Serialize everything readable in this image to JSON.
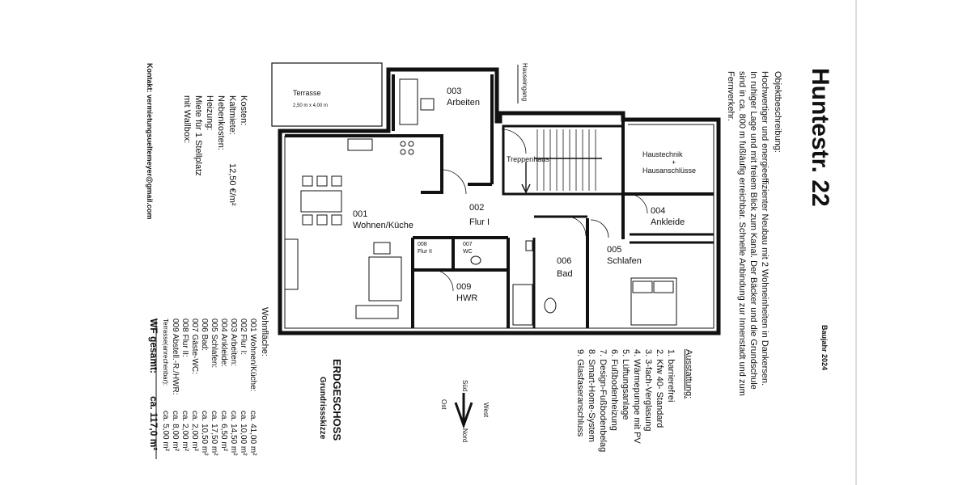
{
  "title": "Huntestr. 22",
  "baujahr": "Baujahr 2024",
  "description": {
    "heading": "Objektbeschreibung:",
    "lines": [
      "Hochwertiger und energieeffizienter Neubau mit 2 Wohneinheiten in Dankersen.",
      "In ruhiger Lage und mit freiem Blick zum Kanal. Der Bäcker und die Grundschule",
      "sind in ca. 800 m fußläufig erreichbar. Schnelle Anbindung zur Innenstadt und zum",
      "Fernverkehr."
    ]
  },
  "features": {
    "heading": "Ausstattung:",
    "items": [
      "1. barrierefrei",
      "2. Kfw 40- Standard",
      "3. 3-fach-Verglasung",
      "4. Wärmepumpe mit PV",
      "5. Lüftungsanlage",
      "6. Fußbodenheizung",
      "7. Design-Fußbodenbelag",
      "8. Smart-Home-System",
      "9. Glasfaseranschluss"
    ]
  },
  "plan": {
    "floor": "ERDGESCHOSS",
    "subtitle": "Grundrissskizze",
    "entrance": "Hauseingang",
    "terrace_label": "Terrasse",
    "terrace_dim": "2,50 m x 4,00 m",
    "rooms": {
      "r001_num": "001",
      "r001_name": "Wohnen/Küche",
      "r002_num": "002",
      "r002_name": "Flur I",
      "r003_num": "003",
      "r003_name": "Arbeiten",
      "r004_num": "004",
      "r004_name": "Ankleide",
      "r005_num": "005",
      "r005_name": "Schlafen",
      "r006_num": "006",
      "r006_name": "Bad",
      "r007_num": "007",
      "r007_name": "WC",
      "r008_num": "008",
      "r008_name": "Flur II",
      "r009_num": "009",
      "r009_name": "HWR",
      "stair": "Treppenhaus",
      "tech1": "Haustechnik",
      "tech2": "+",
      "tech3": "Hausanschlüsse"
    }
  },
  "compass": {
    "west": "West",
    "sued": "Süd",
    "ost": "Ost",
    "nord": "Nord"
  },
  "areas": {
    "heading": "Wohnfläche:",
    "rows": [
      {
        "name": "001 Wohnen/Küche:",
        "value": "ca. 41,00 m²"
      },
      {
        "name": "002 Flur I:",
        "value": "ca. 10,00 m²"
      },
      {
        "name": "003 Arbeiten:",
        "value": "ca. 14,50 m²"
      },
      {
        "name": "004 Ankleide:",
        "value": "ca. 6,50 m²"
      },
      {
        "name": "005 Schlafen:",
        "value": "ca. 17,50 m²"
      },
      {
        "name": "006 Bad:",
        "value": "ca. 10,50 m²"
      },
      {
        "name": "007 Gäste-WC:",
        "value": "ca. 2,00 m²"
      },
      {
        "name": "008 Flur II:",
        "value": "ca. 2,00 m²"
      },
      {
        "name": "009 Abstell.-R./HWR:",
        "value": "ca. 8,00 m²"
      },
      {
        "name": "Terrasse(anrechenbar):",
        "value": "ca. 5,00 m²"
      }
    ],
    "total_label": "WF gesamt:",
    "total_value": "ca. 117,0 m²"
  },
  "costs": {
    "heading": "Kosten:",
    "rows": [
      {
        "name": "Kaltmiete:",
        "value": "12,50 €/m²"
      },
      {
        "name": "Nebenkosten:",
        "value": ""
      },
      {
        "name": "Heizung:",
        "value": ""
      },
      {
        "name": "Miete für 1 Stellplatz",
        "value": ""
      },
      {
        "name": "mit Wallbox:",
        "value": ""
      }
    ]
  },
  "contact": "Kontakt: vermietungsueltemeyer@gmail.com"
}
